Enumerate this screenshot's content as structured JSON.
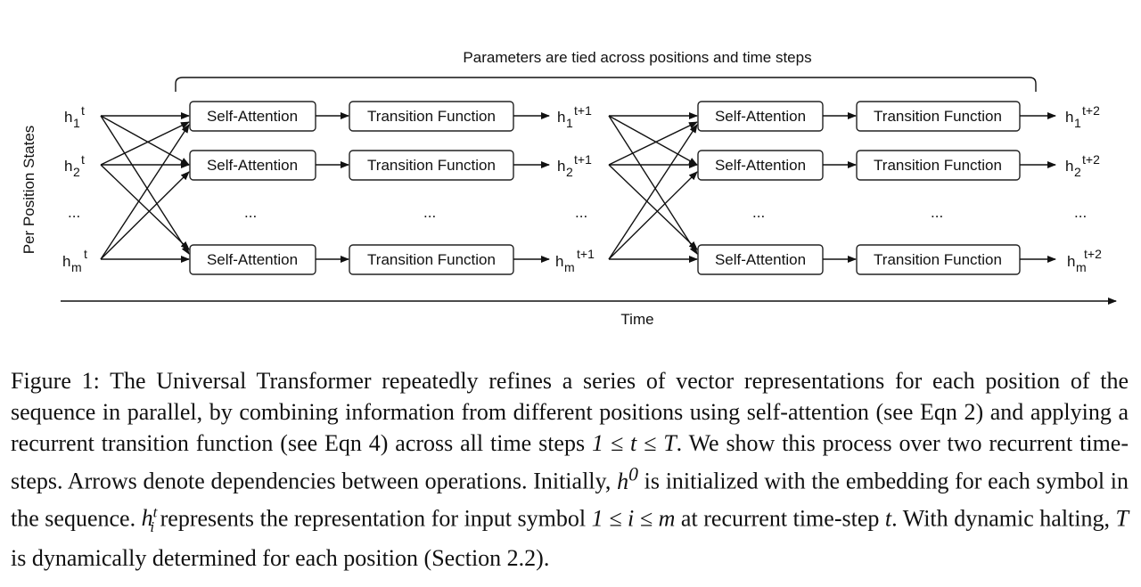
{
  "diagram": {
    "bracket_label": "Parameters are tied across positions and time steps",
    "y_axis_label": "Per Position States",
    "x_axis_label": "Time",
    "self_attention_label": "Self-Attention",
    "transition_label": "Transition Function",
    "ellipsis": "...",
    "states": {
      "col0": [
        {
          "base": "h",
          "sub": "1",
          "sup": "t"
        },
        {
          "base": "h",
          "sub": "2",
          "sup": "t"
        },
        {
          "base": "h",
          "sub": "m",
          "sup": "t"
        }
      ],
      "col1": [
        {
          "base": "h",
          "sub": "1",
          "sup": "t+1"
        },
        {
          "base": "h",
          "sub": "2",
          "sup": "t+1"
        },
        {
          "base": "h",
          "sub": "m",
          "sup": "t+1"
        }
      ],
      "col2": [
        {
          "base": "h",
          "sub": "1",
          "sup": "t+2"
        },
        {
          "base": "h",
          "sub": "2",
          "sup": "t+2"
        },
        {
          "base": "h",
          "sub": "m",
          "sup": "t+2"
        }
      ]
    }
  },
  "caption": {
    "figure_label": "Figure 1:",
    "part1": "The Universal Transformer repeatedly refines a series of vector representations for each position of the sequence in parallel, by combining information from different positions using self-attention (see Eqn 2) and applying a recurrent transition function (see Eqn 4) across all time steps ",
    "math1": "1 ≤ t ≤ T",
    "part2": ". We show this process over two recurrent time-steps. Arrows denote dependencies between operations. Initially, ",
    "math2_base": "h",
    "math2_sup": "0",
    "part3": " is initialized with the embedding for each symbol in the sequence. ",
    "math3_base": "h",
    "math3_sup": "t",
    "math3_sub": "i",
    "part4": " represents the representation for input symbol ",
    "math4": "1 ≤ i ≤ m",
    "part5": " at recurrent time-step ",
    "math5": "t",
    "part6": ". With dynamic halting, ",
    "math6": "T",
    "part7": " is dynamically determined for each position (Section 2.2)."
  }
}
